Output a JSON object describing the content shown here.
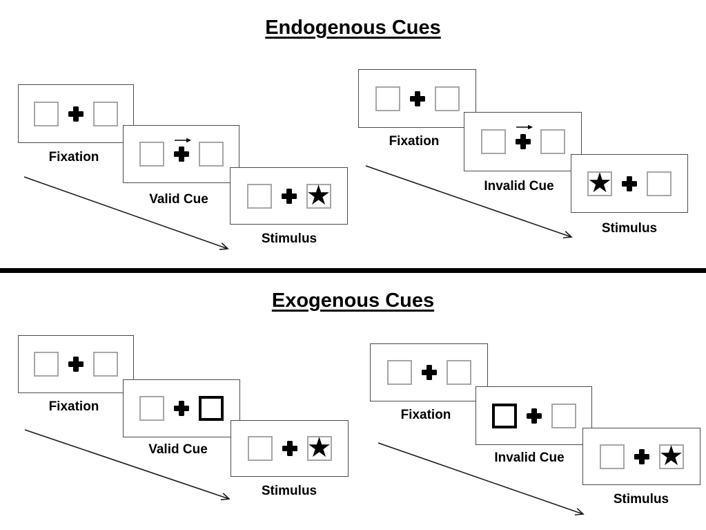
{
  "sections": [
    {
      "title": "Endogenous Cues",
      "sequences": [
        {
          "panels": [
            {
              "label": "Fixation"
            },
            {
              "label": "Valid Cue"
            },
            {
              "label": "Stimulus"
            }
          ]
        },
        {
          "panels": [
            {
              "label": "Fixation"
            },
            {
              "label": "Invalid Cue"
            },
            {
              "label": "Stimulus"
            }
          ]
        }
      ]
    },
    {
      "title": "Exogenous Cues",
      "sequences": [
        {
          "panels": [
            {
              "label": "Fixation"
            },
            {
              "label": "Valid Cue"
            },
            {
              "label": "Stimulus"
            }
          ]
        },
        {
          "panels": [
            {
              "label": "Fixation"
            },
            {
              "label": "Invalid Cue"
            },
            {
              "label": "Stimulus"
            }
          ]
        }
      ]
    }
  ],
  "glyphs": {
    "star": "★"
  },
  "colors": {
    "ink": "#000000",
    "panel_border": "#4a4a4a",
    "box_border": "#a6a6a6",
    "divider": "#000000"
  }
}
